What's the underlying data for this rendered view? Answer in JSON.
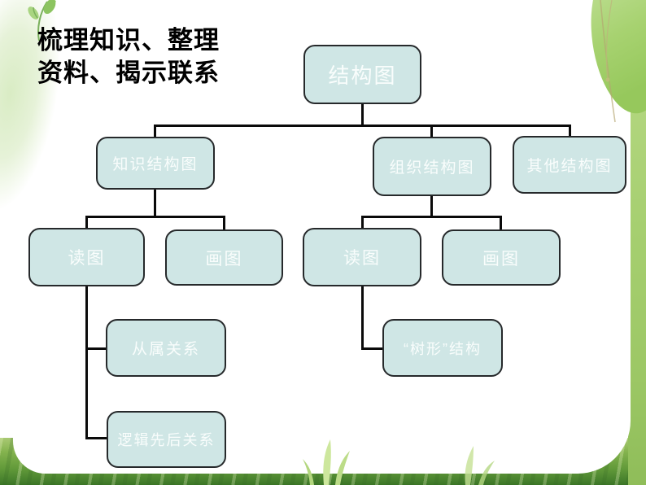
{
  "slide": {
    "title": {
      "line1": "梳理知识、整理",
      "line2": "资料、揭示联系"
    }
  },
  "diagram": {
    "nodes": {
      "root": {
        "label": "结构图"
      },
      "knowledge": {
        "label": "知识结构图"
      },
      "organization": {
        "label": "组织结构图"
      },
      "other": {
        "label": "其他结构图"
      },
      "read_left": {
        "label": "读图"
      },
      "draw_left": {
        "label": "画图"
      },
      "read_right": {
        "label": "读图"
      },
      "draw_right": {
        "label": "画图"
      },
      "subordination": {
        "label": "从属关系"
      },
      "tree_structure": {
        "label": "“树形”结构"
      },
      "logical_sequence": {
        "label": "逻辑先后关系"
      }
    }
  },
  "colors": {
    "node_fill": "#cfe6e5",
    "node_border": "#26292b",
    "node_text": "#f9fdfc",
    "connector": "#0a0a0a",
    "title_text": "#000000",
    "grass_green": "#629a3a",
    "leaf_green": "#a7d270"
  }
}
